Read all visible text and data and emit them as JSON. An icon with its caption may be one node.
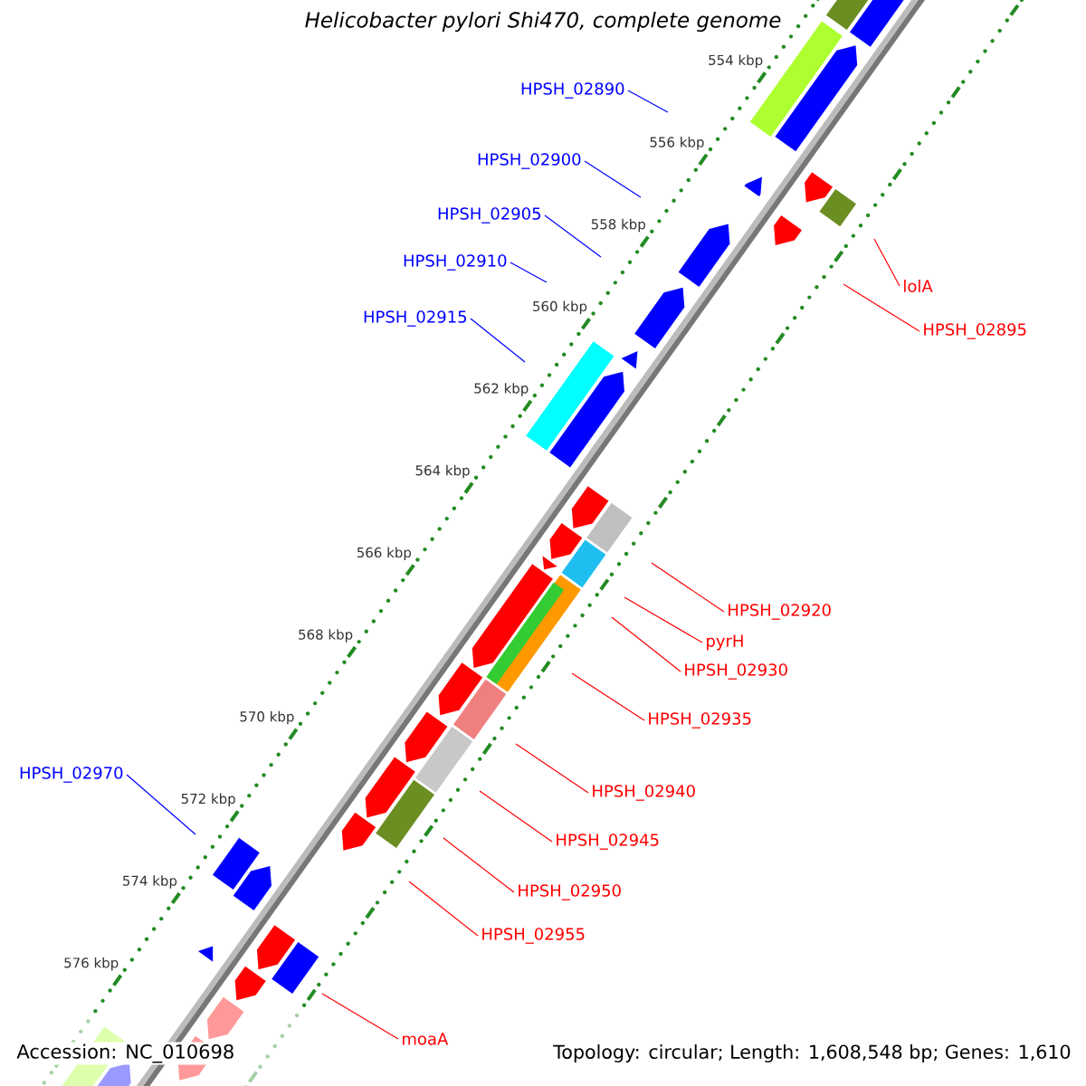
{
  "diagram": {
    "title": "Helicobacter pylori Shi470, complete genome",
    "nodes": [
      {
        "text": [
          "HPSH_02890"
        ]
      },
      {
        "text": [
          "HPSH_02900"
        ]
      },
      {
        "text": [
          "HPSH_02905"
        ]
      },
      {
        "text": [
          "HPSH_02910"
        ]
      },
      {
        "text": [
          "lolA"
        ]
      },
      {
        "text": [
          "HPSH_02915"
        ]
      },
      {
        "text": [
          "HPSH_02895"
        ]
      },
      {
        "text": [
          "HPSH_02920"
        ]
      },
      {
        "text": [
          "pyrH"
        ]
      },
      {
        "text": [
          "HPSH_02930"
        ]
      },
      {
        "text": [
          "HPSH_02935"
        ]
      },
      {
        "text": [
          "HPSH_02970"
        ]
      },
      {
        "text": [
          "HPSH_02940"
        ]
      },
      {
        "text": [
          "HPSH_02945"
        ]
      },
      {
        "text": [
          "HPSH_02950"
        ]
      },
      {
        "text": [
          "HPSH_02955"
        ]
      },
      {
        "text": [
          "moaA"
        ]
      }
    ],
    "edges": [
      {
        "from": 0,
        "to": null,
        "arrow": "none",
        "color": "#0000ff"
      },
      {
        "from": 1,
        "to": null,
        "arrow": "none",
        "color": "#0000ff"
      },
      {
        "from": 2,
        "to": null,
        "arrow": "none",
        "color": "#0000ff"
      },
      {
        "from": 3,
        "to": null,
        "arrow": "none",
        "color": "#0000ff"
      },
      {
        "from": 4,
        "to": null,
        "arrow": "none"
      },
      {
        "from": 5,
        "to": null,
        "arrow": "none",
        "color": "#0000ff"
      },
      {
        "from": 6,
        "to": null,
        "arrow": "none"
      },
      {
        "from": 7,
        "to": null,
        "arrow": "none"
      },
      {
        "from": 8,
        "to": null,
        "arrow": "none"
      },
      {
        "from": 9,
        "to": null,
        "arrow": "none"
      },
      {
        "from": 10,
        "to": null,
        "arrow": "none"
      },
      {
        "from": 11,
        "to": null,
        "arrow": "none",
        "color": "#0000ff"
      },
      {
        "from": 12,
        "to": null,
        "arrow": "none"
      },
      {
        "from": 13,
        "to": null,
        "arrow": "none"
      },
      {
        "from": 14,
        "to": null,
        "arrow": "none"
      },
      {
        "from": 15,
        "to": null,
        "arrow": "none"
      },
      {
        "from": 16,
        "to": null,
        "arrow": "none"
      }
    ],
    "labels": [
      "554 kbp",
      "556 kbp",
      "558 kbp",
      "560 kbp",
      "562 kbp",
      "564 kbp",
      "566 kbp",
      "568 kbp",
      "570 kbp",
      "572 kbp",
      "574 kbp",
      "576 kbp",
      "Accession: NC_010698",
      "Topology: circular; Length: 1,608,548 bp; Genes: 1,610"
    ]
  }
}
